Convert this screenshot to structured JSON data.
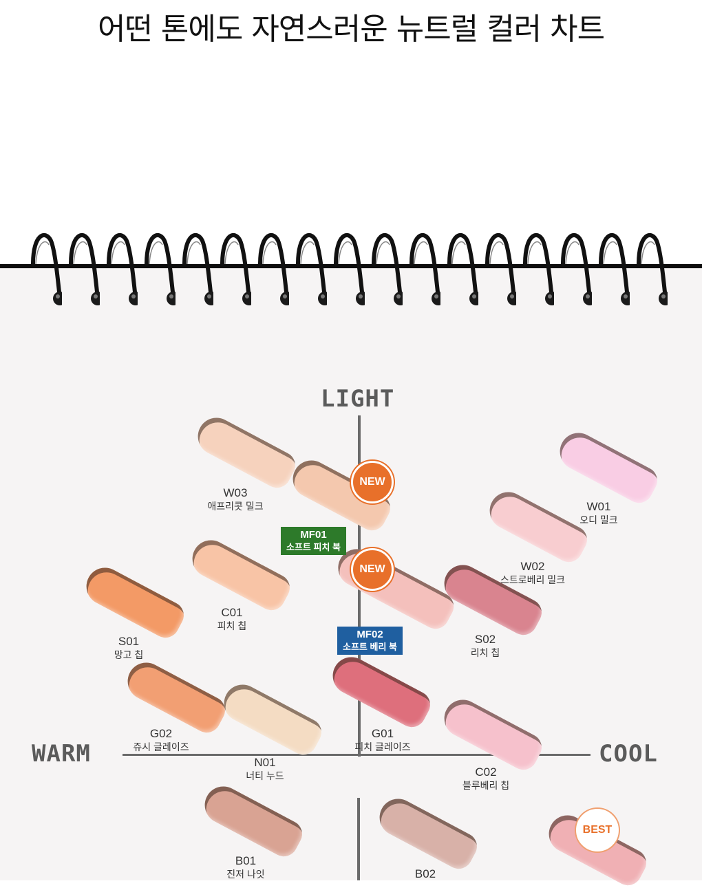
{
  "title": "어떤 톤에도 자연스러운 뉴트럴 컬러 차트",
  "axes": {
    "top": "LIGHT",
    "left": "WARM",
    "right": "COOL"
  },
  "colors": {
    "badge_orange": "#e8702a",
    "tag_green": "#2d7a2a",
    "tag_blue": "#1f5fa0"
  },
  "badges": {
    "new1": "NEW",
    "new2": "NEW",
    "best": "BEST"
  },
  "tags": {
    "mf01": {
      "code": "MF01",
      "name": "소프트 피치 북"
    },
    "mf02": {
      "code": "MF02",
      "name": "소프트 베리 북"
    }
  },
  "shades": {
    "w03": {
      "code": "W03",
      "name": "애프리콧 밀크",
      "color": "#f6d2bd"
    },
    "w01": {
      "code": "W01",
      "name": "오디 밀크",
      "color": "#f9cde4"
    },
    "w02": {
      "code": "W02",
      "name": "스트로베리 밀크",
      "color": "#f8cdd0"
    },
    "c01": {
      "code": "C01",
      "name": "피치 칩",
      "color": "#f8c4a6"
    },
    "s01": {
      "code": "S01",
      "name": "망고 칩",
      "color": "#f39a66"
    },
    "s02": {
      "code": "S02",
      "name": "리치 칩",
      "color": "#d9848f"
    },
    "g02": {
      "code": "G02",
      "name": "쥬시 글레이즈",
      "color": "#f29f73"
    },
    "n01": {
      "code": "N01",
      "name": "너티 누드",
      "color": "#f4dcc3"
    },
    "g01": {
      "code": "G01",
      "name": "피치 글레이즈",
      "color": "#de6f7c"
    },
    "c02": {
      "code": "C02",
      "name": "블루베리 칩",
      "color": "#f6c1cc"
    },
    "b01": {
      "code": "B01",
      "name": "진저 나잇",
      "color": "#d9a393"
    },
    "b02": {
      "code": "B02",
      "name": "",
      "color": "#d8b1a8"
    },
    "mf01": {
      "color": "#f4c8ae"
    },
    "mf02": {
      "color": "#f4c0bc"
    },
    "best_shade": {
      "color": "#f0b0b4"
    }
  }
}
